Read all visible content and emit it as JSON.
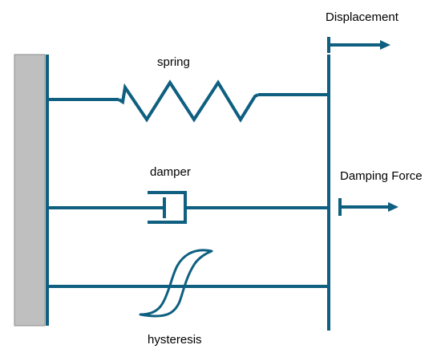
{
  "colors": {
    "line": "#0e5f80",
    "wall": "#bfbfbf",
    "wall_border": "#8c8c8c",
    "text": "#000000"
  },
  "labels": {
    "displacement": "Displacement",
    "spring": "spring",
    "damper": "damper",
    "damping_force": "Damping Force",
    "hysteresis": "hysteresis"
  }
}
